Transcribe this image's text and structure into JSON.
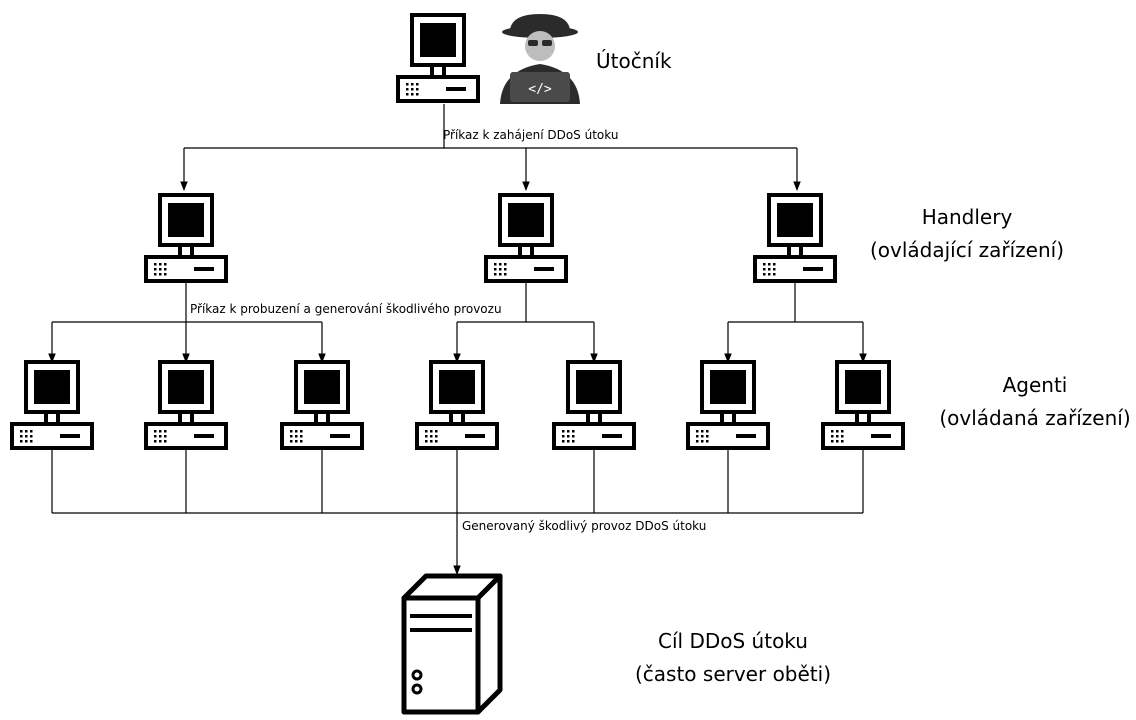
{
  "labels": {
    "attacker": "Útočník",
    "handlers_line1": "Handlery",
    "handlers_line2": "(ovládající zařízení)",
    "agents_line1": "Agenti",
    "agents_line2": "(ovládaná zařízení)",
    "target_line1": "Cíl DDoS útoku",
    "target_line2": "(často server oběti)"
  },
  "edges": {
    "attacker_to_handlers": "Příkaz k zahájení DDoS útoku",
    "handlers_to_agents": "Příkaz k probuzení a generování škodlivého provozu",
    "agents_to_target": "Generovaný škodlivý provoz DDoS útoku"
  },
  "hacker_laptop_text": "</>",
  "colors": {
    "stroke": "#000000",
    "background": "#ffffff",
    "hacker": "#2b2b2b"
  },
  "icons": {
    "computer": "desktop-computer-icon",
    "hacker": "hacker-icon",
    "server": "server-icon"
  }
}
